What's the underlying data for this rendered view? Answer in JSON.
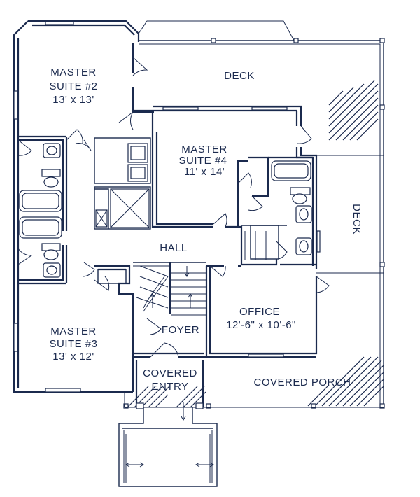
{
  "rooms": {
    "master_suite_2": {
      "name_line1": "MASTER",
      "name_line2": "SUITE #2",
      "size": "13' x 13'"
    },
    "master_suite_4": {
      "name_line1": "MASTER",
      "name_line2": "SUITE #4",
      "size": "11' x 14'"
    },
    "master_suite_3": {
      "name_line1": "MASTER",
      "name_line2": "SUITE #3",
      "size": "13' x 12'"
    },
    "deck_top": {
      "name": "DECK"
    },
    "deck_right": {
      "name": "DECK"
    },
    "hall": {
      "name": "HALL"
    },
    "foyer": {
      "name": "FOYER"
    },
    "office": {
      "name": "OFFICE",
      "size": "12'-6\" x 10'-6\""
    },
    "covered_entry": {
      "name_line1": "COVERED",
      "name_line2": "ENTRY"
    },
    "covered_porch": {
      "name": "COVERED PORCH"
    }
  },
  "colors": {
    "line": "#1b2a4e",
    "background": "#ffffff"
  }
}
